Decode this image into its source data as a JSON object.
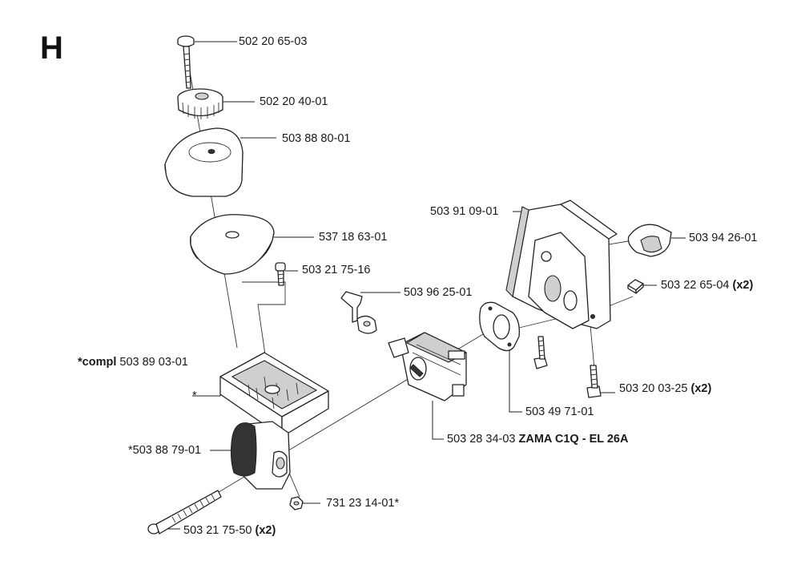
{
  "section_letter": "H",
  "labels": {
    "screw_top": "502 20 65-03",
    "knob": "502 20 40-01",
    "filter_cover": "503 88 80-01",
    "filter": "537 18 63-01",
    "screw_filter": "503 21 75-16",
    "holder_compl_prefix": "*compl",
    "holder_compl_number": "503 89 03-01",
    "holder_star": "*",
    "intake": "*503 88 79-01",
    "long_screw": "503 21 75-50",
    "long_screw_qty": "(x2)",
    "nut": "731 23 14-01*",
    "carb_number": "503 28 34-03",
    "carb_model": "ZAMA C1Q - EL 26A",
    "gasket": "503 49 71-01",
    "choke_link": "503 96 25-01",
    "cylinder_cover": "503 91 09-01",
    "clip": "503 94 26-01",
    "square_nut": "503 22 65-04",
    "square_nut_qty": "(x2)",
    "bolt": "503 20 03-25",
    "bolt_qty": "(x2)"
  }
}
